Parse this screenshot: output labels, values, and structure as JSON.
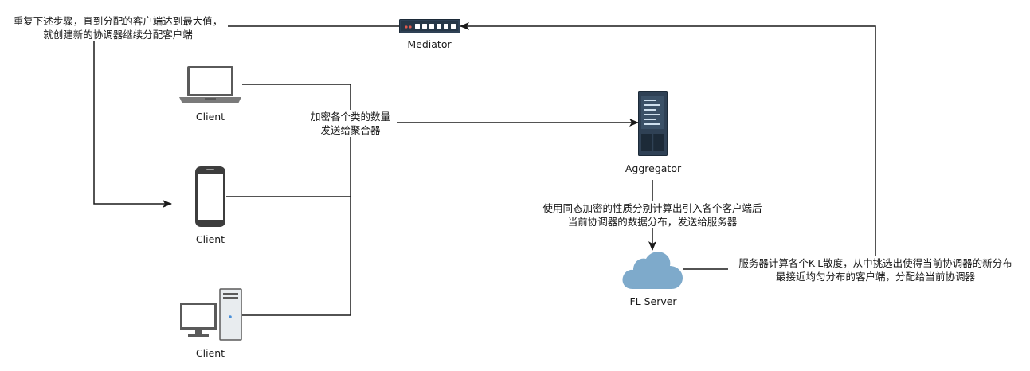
{
  "nodes": {
    "mediator": "Mediator",
    "client_laptop": "Client",
    "client_phone": "Client",
    "client_desktop": "Client",
    "aggregator": "Aggregator",
    "fl_server": "FL Server"
  },
  "edges": {
    "repeat_note": {
      "line1": "重复下述步骤，直到分配的客户端达到最大值，",
      "line2": "就创建新的协调器继续分配客户端"
    },
    "clients_to_aggregator": {
      "line1": "加密各个类的数量",
      "line2": "发送给聚合器"
    },
    "aggregator_to_server": {
      "line1": "使用同态加密的性质分别计算出引入各个客户端后",
      "line2": "当前协调器的数据分布，发送给服务器"
    },
    "server_to_mediator": {
      "line1": "服务器计算各个K-L散度，从中挑选出使得当前协调器的新分布",
      "line2": "最接近均匀分布的客户端，分配给当前协调器"
    }
  },
  "colors": {
    "line": "#1a1a1a",
    "cloud": "#7eaacb",
    "server_body": "#2f4155",
    "server_dark": "#1c2a38",
    "device_gray": "#5a5a5a"
  },
  "icons": [
    "laptop-icon",
    "smartphone-icon",
    "desktop-computer-icon",
    "server-rack-icon",
    "cloud-icon",
    "network-switch-icon"
  ]
}
